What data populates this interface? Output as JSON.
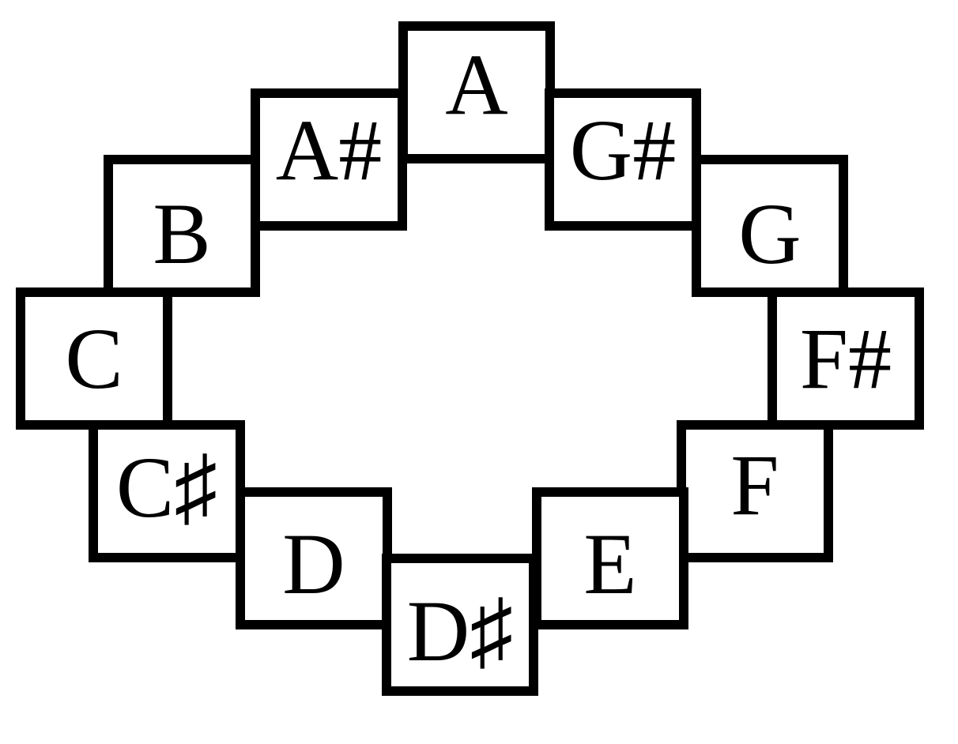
{
  "diagram": {
    "notes": [
      {
        "id": "a",
        "label": "A"
      },
      {
        "id": "a-sharp",
        "label": "A#"
      },
      {
        "id": "g-sharp",
        "label": "G#"
      },
      {
        "id": "b",
        "label": "B"
      },
      {
        "id": "g",
        "label": "G"
      },
      {
        "id": "c",
        "label": "C"
      },
      {
        "id": "f-sharp",
        "label": "F#"
      },
      {
        "id": "c-sharp",
        "label": "C♯"
      },
      {
        "id": "f",
        "label": "F"
      },
      {
        "id": "d",
        "label": "D"
      },
      {
        "id": "e",
        "label": "E"
      },
      {
        "id": "d-sharp",
        "label": "D♯"
      }
    ]
  }
}
